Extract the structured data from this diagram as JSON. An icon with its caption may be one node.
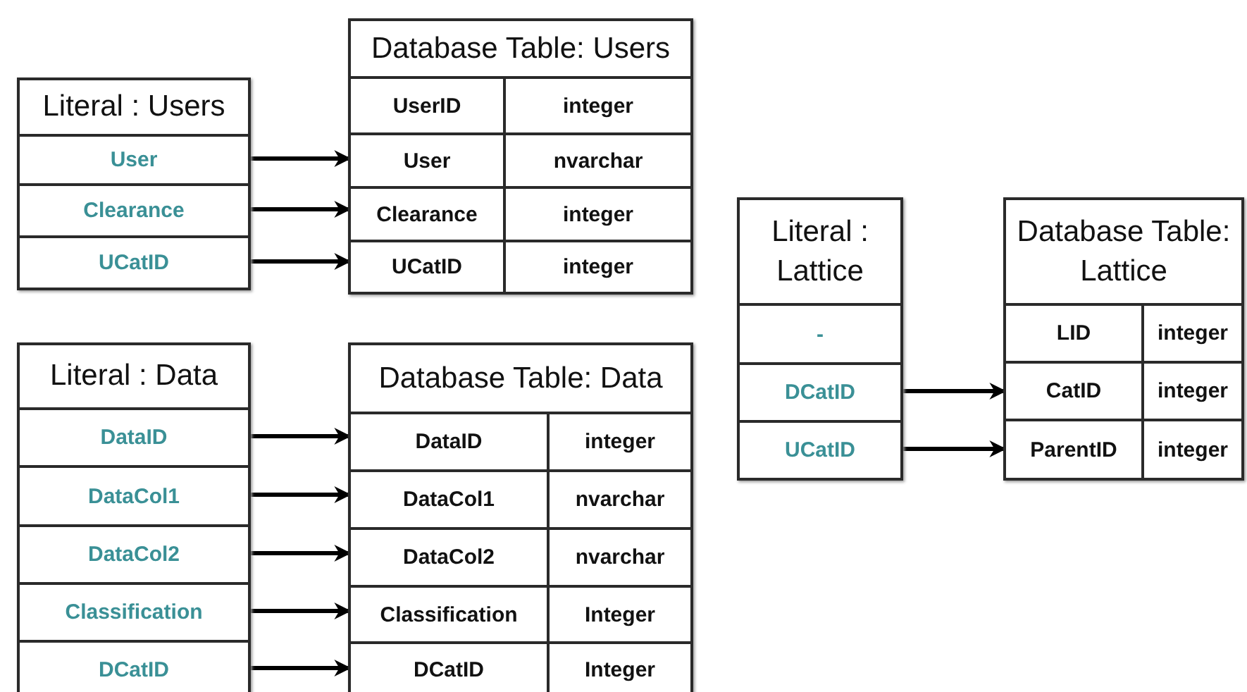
{
  "diagram": {
    "nodes": [
      {
        "text": [
          "Literal : Users"
        ]
      },
      {
        "text": [
          "User"
        ],
        "in": 0
      },
      {
        "text": [
          "Clearance"
        ],
        "in": 0
      },
      {
        "text": [
          "UCatID"
        ],
        "in": 0
      },
      {
        "text": [
          "Database Table: Users"
        ]
      },
      {
        "text": [
          "UserID",
          "integer"
        ],
        "in": 4
      },
      {
        "text": [
          "User",
          "nvarchar"
        ],
        "in": 4
      },
      {
        "text": [
          "Clearance",
          "integer"
        ],
        "in": 4
      },
      {
        "text": [
          "UCatID",
          "integer"
        ],
        "in": 4
      },
      {
        "text": [
          "Literal : Data"
        ]
      },
      {
        "text": [
          "DataID"
        ],
        "in": 9
      },
      {
        "text": [
          "DataCol1"
        ],
        "in": 9
      },
      {
        "text": [
          "DataCol2"
        ],
        "in": 9
      },
      {
        "text": [
          "Classification"
        ],
        "in": 9
      },
      {
        "text": [
          "DCatID"
        ],
        "in": 9
      },
      {
        "text": [
          "Database Table: Data"
        ]
      },
      {
        "text": [
          "DataID",
          "integer"
        ],
        "in": 15
      },
      {
        "text": [
          "DataCol1",
          "nvarchar"
        ],
        "in": 15
      },
      {
        "text": [
          "DataCol2",
          "nvarchar"
        ],
        "in": 15
      },
      {
        "text": [
          "Classification",
          "Integer"
        ],
        "in": 15
      },
      {
        "text": [
          "DCatID",
          "Integer"
        ],
        "in": 15
      },
      {
        "text": [
          "Literal : Lattice"
        ]
      },
      {
        "text": [
          "-"
        ],
        "in": 21
      },
      {
        "text": [
          "DCatID"
        ],
        "in": 21
      },
      {
        "text": [
          "UCatID"
        ],
        "in": 21
      },
      {
        "text": [
          "Database Table: Lattice"
        ]
      },
      {
        "text": [
          "LID",
          "integer"
        ],
        "in": 25
      },
      {
        "text": [
          "CatID",
          "integer"
        ],
        "in": 25
      },
      {
        "text": [
          "ParentID",
          "integer"
        ],
        "in": 25
      }
    ],
    "edges": [
      {
        "from": 1,
        "to": 6,
        "arrow": "to"
      },
      {
        "from": 2,
        "to": 7,
        "arrow": "to"
      },
      {
        "from": 3,
        "to": 8,
        "arrow": "to"
      },
      {
        "from": 10,
        "to": 16,
        "arrow": "to"
      },
      {
        "from": 11,
        "to": 17,
        "arrow": "to"
      },
      {
        "from": 12,
        "to": 18,
        "arrow": "to"
      },
      {
        "from": 13,
        "to": 19,
        "arrow": "to"
      },
      {
        "from": 14,
        "to": 20,
        "arrow": "to"
      },
      {
        "from": 23,
        "to": 27,
        "arrow": "to"
      },
      {
        "from": 24,
        "to": 28,
        "arrow": "to"
      }
    ]
  }
}
